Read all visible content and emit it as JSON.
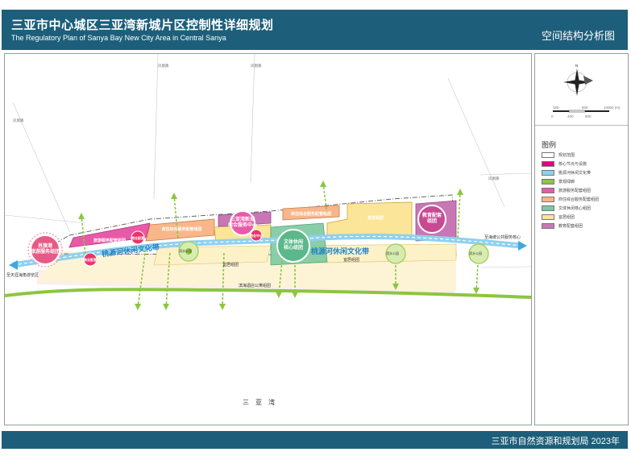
{
  "header": {
    "title": "三亚市中心城区三亚湾新城片区控制性详细规划",
    "subtitle": "The Regulatory Plan of Sanya Bay New City Area in Central Sanya",
    "section": "空间结构分析图"
  },
  "footer": {
    "text": "三亚市自然资源和规划局  2023年"
  },
  "map": {
    "water_label": "三　亚　湾",
    "belt_left": "桃源河休闲文化带",
    "belt_right": "桃源河休闲文化带",
    "left_arrow": "至天涯海角游览区",
    "right_arrow": "至海坡公共服务核心",
    "clusters": {
      "c1": "旅游服务配套组团",
      "c2": "商住综合服务配套组团",
      "c3": "商住综合服务配套组团",
      "c4": "宜居组团",
      "c5": "宜居组团",
      "c6": "宜居组团",
      "c7": "滨海酒店公寓组团"
    },
    "nodes": {
      "n1": "肖旗港\n旅游服务组团",
      "n2": "三亚湾新城\n综合服务中心",
      "n3": "文体休闲\n核心组团",
      "n4": "教育配套\n组团"
    },
    "small_nodes": {
      "s1": "商业配套",
      "s2": "商业配套",
      "s3": "公园",
      "s4": "商业中心"
    },
    "parks": {
      "p1": "滨水公园",
      "p2": "滨水公园",
      "p3": "滨水公园"
    },
    "roads": {
      "r1": "凤凰路",
      "r2": "凤凰路",
      "r3": "凤凰路",
      "r4": "凤凰路"
    }
  },
  "compass": {
    "north": "N",
    "scale1": [
      "0",
      "400",
      "800"
    ],
    "scale2": [
      "150",
      "600",
      "10000 (m)"
    ]
  },
  "legend": {
    "title": "图例",
    "items": [
      {
        "label": "规划范围",
        "color": "#ffffff"
      },
      {
        "label": "核心节点与设施",
        "color": "#e5007f"
      },
      {
        "label": "桃源河休闲文化带",
        "color": "#8fd0ef"
      },
      {
        "label": "景观绿廊",
        "color": "#8cc63f"
      },
      {
        "label": "旅游服务配套组团",
        "color": "#e85aa8"
      },
      {
        "label": "商住综合服务配套组团",
        "color": "#f8b68a"
      },
      {
        "label": "文体休闲核心组团",
        "color": "#7ec8a0"
      },
      {
        "label": "宜居组团",
        "color": "#fbe598"
      },
      {
        "label": "教育配套组团",
        "color": "#c877b5"
      }
    ]
  }
}
